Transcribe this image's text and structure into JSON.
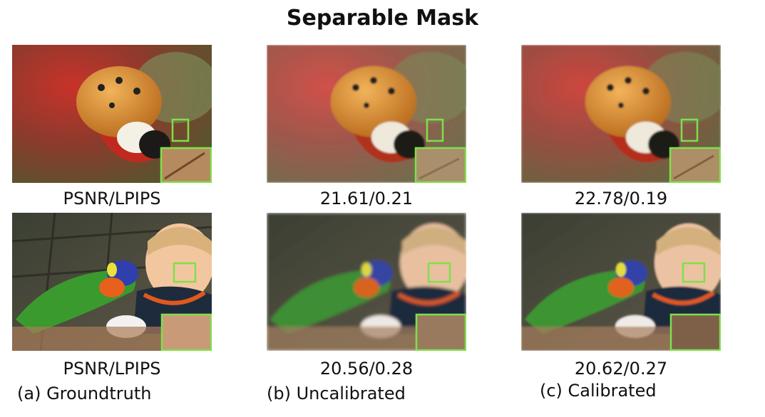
{
  "figure": {
    "title": "Separable Mask",
    "rows": [
      {
        "subject": "ladybug",
        "captions": [
          "PSNR/LPIPS",
          "21.61/0.21",
          "22.78/0.19"
        ]
      },
      {
        "subject": "child with parrot",
        "captions": [
          "PSNR/LPIPS",
          "20.56/0.28",
          "20.62/0.27"
        ]
      }
    ],
    "column_labels": [
      "(a) Groundtruth",
      "(b) Uncalibrated",
      "(c) Calibrated"
    ],
    "zoom_box_color": "#7fe04a"
  }
}
